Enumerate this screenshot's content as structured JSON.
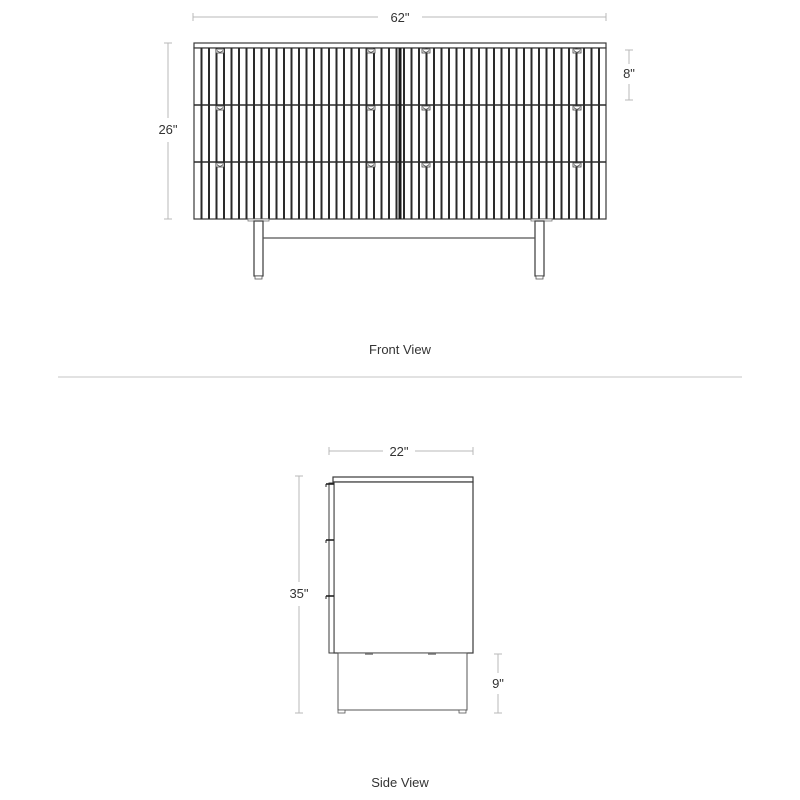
{
  "front_view": {
    "caption": "Front View",
    "dimensions": {
      "width": "62\"",
      "height": "26\"",
      "drawer_height": "8\""
    },
    "drawer_rows": 3,
    "drawer_columns": 2
  },
  "side_view": {
    "caption": "Side View",
    "dimensions": {
      "depth": "22\"",
      "height": "35\"",
      "base_height": "9\""
    }
  },
  "colors": {
    "line": "#3a3a3a",
    "dimension_line": "#b8b8b8",
    "text": "#333333",
    "divider": "#c4c4c4"
  }
}
